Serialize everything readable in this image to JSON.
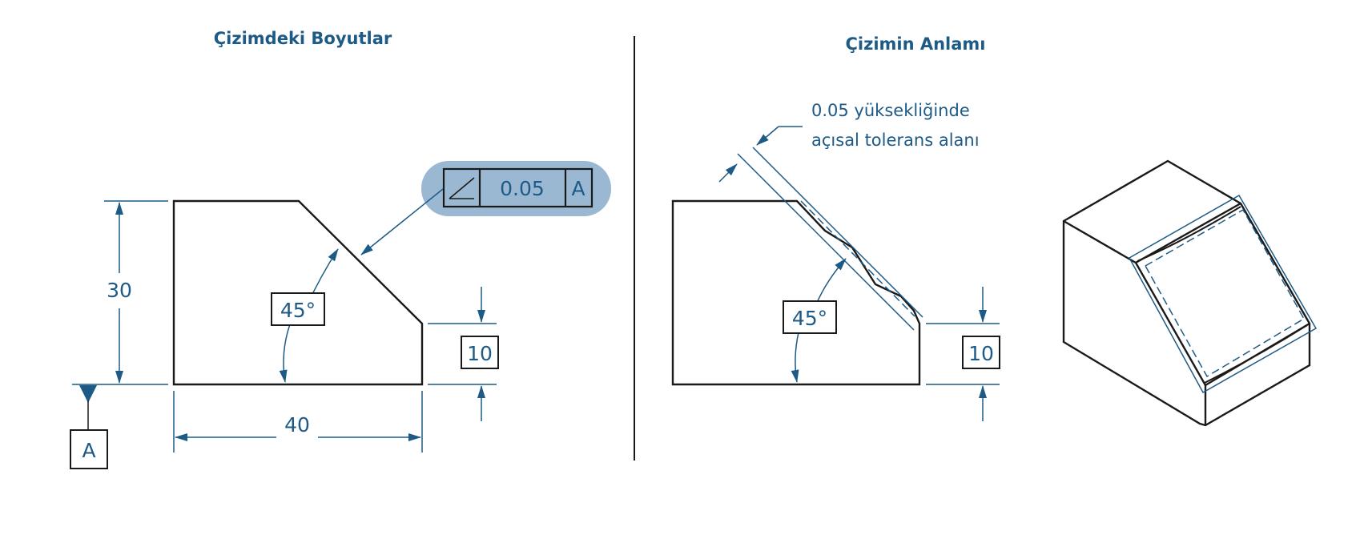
{
  "left_title": "Çizimdeki Boyutlar",
  "right_title": "Çizimin Anlamı",
  "dimensions": {
    "height": "30",
    "width": "40",
    "angle": "45°",
    "step_height": "10"
  },
  "datum_label": "A",
  "feature_control_frame": {
    "tolerance": "0.05",
    "datum": "A",
    "symbol_icon": "angularity-symbol-icon",
    "highlight_color": "#9bb8d3"
  },
  "meaning_note": {
    "line1": "0.05 yüksekliğinde",
    "line2": "açısal tolerans alanı"
  },
  "colors": {
    "annotation": "#1d5a86",
    "part_outline": "#1a1a1a"
  }
}
